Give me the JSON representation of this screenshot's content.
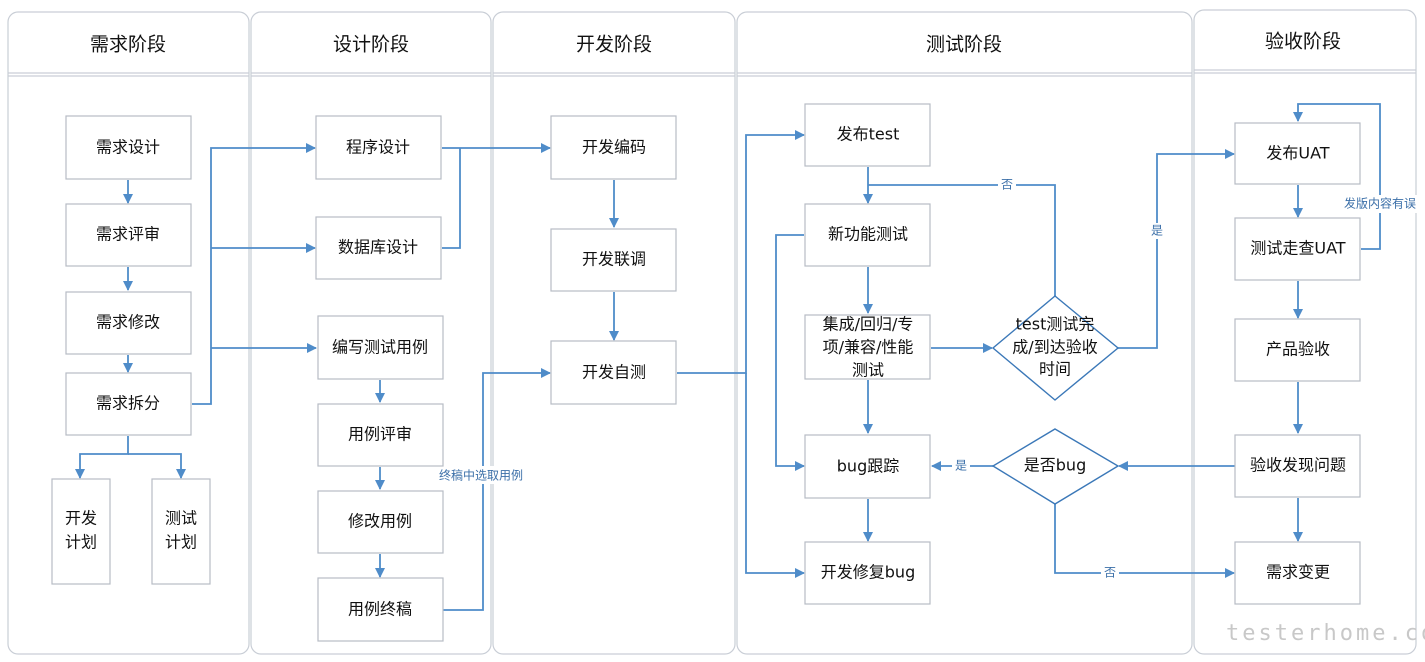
{
  "lanes": {
    "req": "需求阶段",
    "design": "设计阶段",
    "dev": "开发阶段",
    "test": "测试阶段",
    "accept": "验收阶段"
  },
  "nodes": {
    "req_design": "需求设计",
    "req_review": "需求评审",
    "req_modify": "需求修改",
    "req_split": "需求拆分",
    "dev_plan_1": "开发",
    "dev_plan_2": "计划",
    "test_plan_1": "测试",
    "test_plan_2": "计划",
    "prog_design": "程序设计",
    "db_design": "数据库设计",
    "write_cases": "编写测试用例",
    "case_review": "用例评审",
    "modify_cases": "修改用例",
    "final_cases": "用例终稿",
    "coding": "开发编码",
    "integration": "开发联调",
    "self_test": "开发自测",
    "publish_test": "发布test",
    "new_feature_test": "新功能测试",
    "regression_1": "集成/回归/专",
    "regression_2": "项/兼容/性能",
    "regression_3": "测试",
    "test_done_1": "test测试完",
    "test_done_2": "成/到达验收",
    "test_done_3": "时间",
    "bug_track": "bug跟踪",
    "fix_bug": "开发修复bug",
    "is_bug": "是否bug",
    "publish_uat": "发布UAT",
    "test_uat": "测试走查UAT",
    "product_accept": "产品验收",
    "accept_issue": "验收发现问题",
    "req_change": "需求变更"
  },
  "edge_labels": {
    "final_draft_pick": "终稿中选取用例",
    "no_1": "否",
    "yes_1": "是",
    "release_error": "发版内容有误",
    "yes_2": "是",
    "no_2": "否"
  },
  "watermark": "testerhome.com",
  "colors": {
    "flow": "#4f8cc9",
    "lane_border": "#c9ced6",
    "box_border": "#b7bcc4"
  }
}
